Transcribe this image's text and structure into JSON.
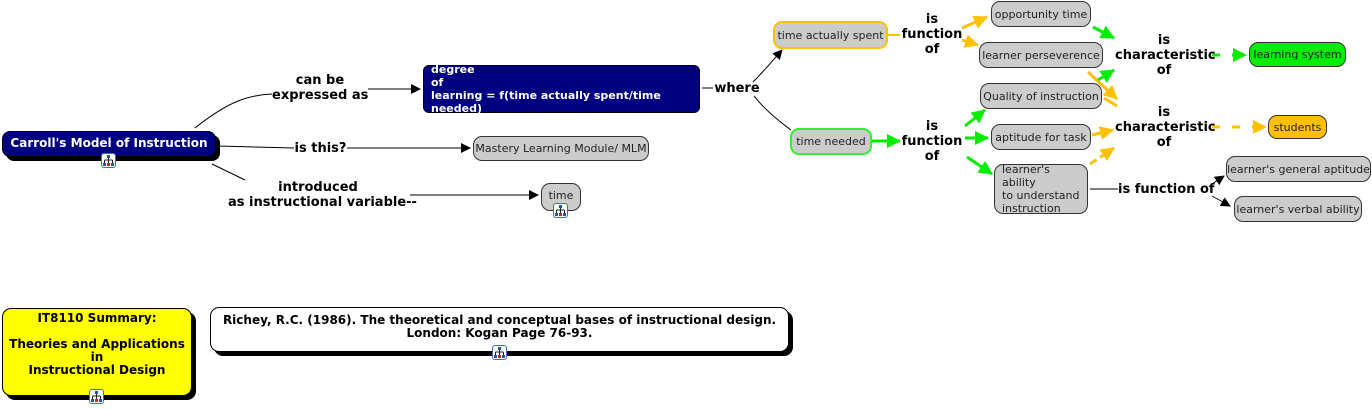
{
  "colors": {
    "navy": "#000080",
    "gray_node": "#cccccc",
    "green": "#00ee00",
    "orange": "#ffc000",
    "yellow": "#ffff00",
    "black": "#000000"
  },
  "concepts": {
    "carroll": "Carroll's Model of Instruction",
    "degree": "degree\nof\nlearning = f(time actually spent/time needed)",
    "mlm": "Mastery Learning Module/ MLM",
    "time": "time",
    "time_spent": "time actually spent",
    "time_needed": "time needed",
    "opportunity": "opportunity time",
    "perseverence": "learner perseverence",
    "quality": "Quality of instruction",
    "aptitude": "aptitude for task",
    "ability": "learner's ability\nto understand\ninstruction",
    "learning_system": "learning system",
    "students": "students",
    "general_aptitude": "learner's general aptitude",
    "verbal_ability": "learner's verbal ability",
    "summary": "IT8110 Summary:\n\nTheories and Applications\nin\nInstructional Design",
    "citation": "Richey, R.C. (1986).  The theoretical and conceptual bases of instructional design.\nLondon: Kogan Page 76-93."
  },
  "links": {
    "expressed": "can be\nexpressed as",
    "is_this": "is this?",
    "introduced": "introduced\nas instructional variable--",
    "where": "where",
    "func1": "is\nfunction\nof",
    "func2": "is\nfunction\nof",
    "char1": "is\ncharacteristic\nof",
    "char2": "is\ncharacteristic\nof",
    "func3": "is function of"
  },
  "icons": {
    "submap": "concept-map-submap-icon"
  }
}
